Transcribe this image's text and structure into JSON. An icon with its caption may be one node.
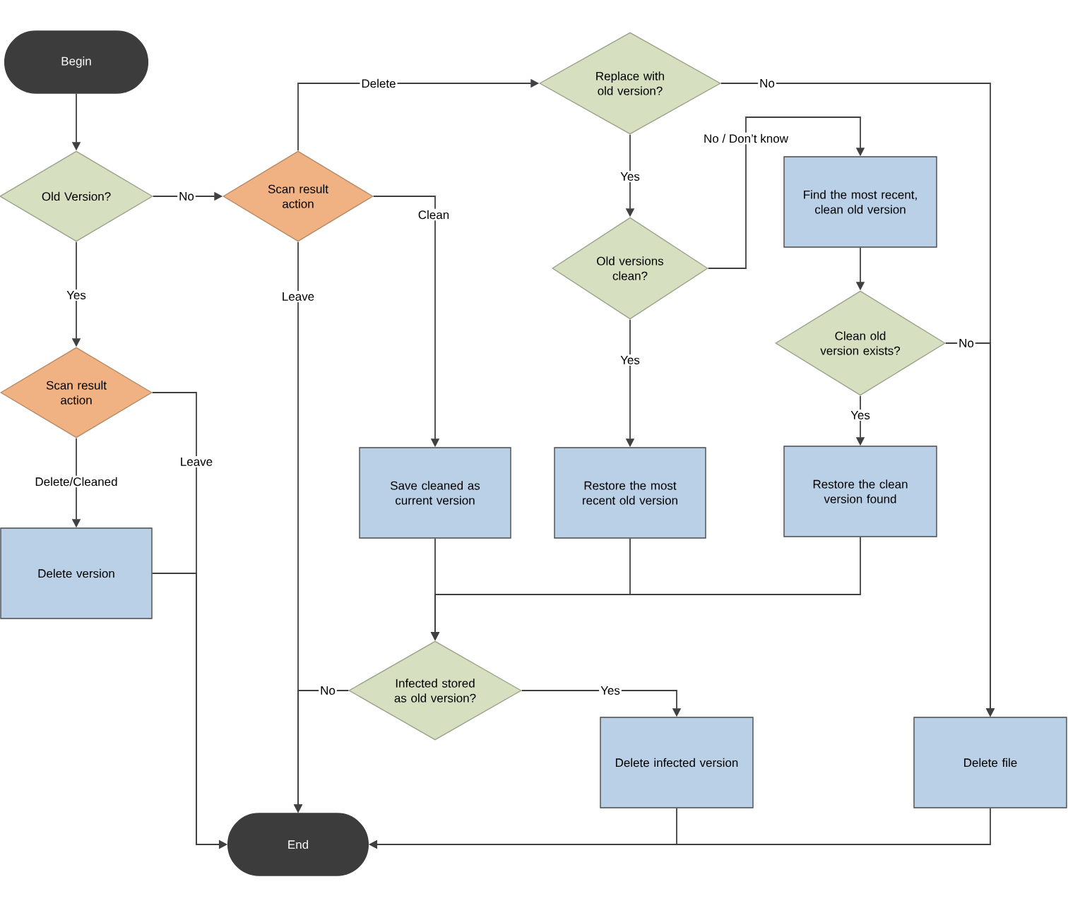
{
  "diagram": {
    "nodes": [
      {
        "text": [
          "Begin"
        ]
      },
      {
        "text": [
          "Old Version?"
        ]
      },
      {
        "text": [
          "Scan result action"
        ]
      },
      {
        "text": [
          "Replace with old version?"
        ]
      },
      {
        "text": [
          "Scan result action"
        ]
      },
      {
        "text": [
          "Find the most recent, clean old version"
        ]
      },
      {
        "text": [
          "Old versions clean?"
        ]
      },
      {
        "text": [
          "Clean old version exists?"
        ]
      },
      {
        "text": [
          "Save cleaned as current version"
        ]
      },
      {
        "text": [
          "Restore the most recent old version"
        ]
      },
      {
        "text": [
          "Restore the clean version found"
        ]
      },
      {
        "text": [
          "Delete version"
        ]
      },
      {
        "text": [
          "Infected stored as old version?"
        ]
      },
      {
        "text": [
          "Delete infected version"
        ]
      },
      {
        "text": [
          "Delete file"
        ]
      },
      {
        "text": [
          "End"
        ]
      }
    ],
    "edges": [
      {
        "from": 0,
        "to": 1,
        "arrow": "to"
      },
      {
        "from": 1,
        "to": 2,
        "arrow": "to",
        "label": "No"
      },
      {
        "from": 1,
        "to": 4,
        "arrow": "to",
        "label": "Yes"
      },
      {
        "from": 2,
        "to": 3,
        "arrow": "to",
        "label": "Delete"
      },
      {
        "from": 2,
        "to": 8,
        "arrow": "to",
        "label": "Clean"
      },
      {
        "from": 2,
        "to": 15,
        "arrow": "to",
        "label": "Leave"
      },
      {
        "from": 3,
        "to": 6,
        "arrow": "to",
        "label": "Yes"
      },
      {
        "from": 3,
        "to": 14,
        "arrow": "to",
        "label": "No"
      },
      {
        "from": 6,
        "to": 5,
        "arrow": "to",
        "label": "No / Don’t know"
      },
      {
        "from": 6,
        "to": 9,
        "arrow": "to",
        "label": "Yes"
      },
      {
        "from": 5,
        "to": 7,
        "arrow": "to"
      },
      {
        "from": 7,
        "to": 14,
        "arrow": "to",
        "label": "No"
      },
      {
        "from": 7,
        "to": 10,
        "arrow": "to",
        "label": "Yes"
      },
      {
        "from": 4,
        "to": 11,
        "arrow": "to",
        "label": "Delete/Cleaned"
      },
      {
        "from": 4,
        "to": 15,
        "arrow": "to",
        "label": "Leave"
      },
      {
        "from": 11,
        "to": 15,
        "arrow": "to"
      },
      {
        "from": 8,
        "to": 12,
        "arrow": "to"
      },
      {
        "from": 9,
        "to": 12,
        "arrow": "to"
      },
      {
        "from": 10,
        "to": 12,
        "arrow": "to"
      },
      {
        "from": 12,
        "to": 15,
        "arrow": "to",
        "label": "No"
      },
      {
        "from": 12,
        "to": 13,
        "arrow": "to",
        "label": "Yes"
      },
      {
        "from": 13,
        "to": 15,
        "arrow": "to"
      },
      {
        "from": 14,
        "to": 15,
        "arrow": "to"
      }
    ]
  }
}
